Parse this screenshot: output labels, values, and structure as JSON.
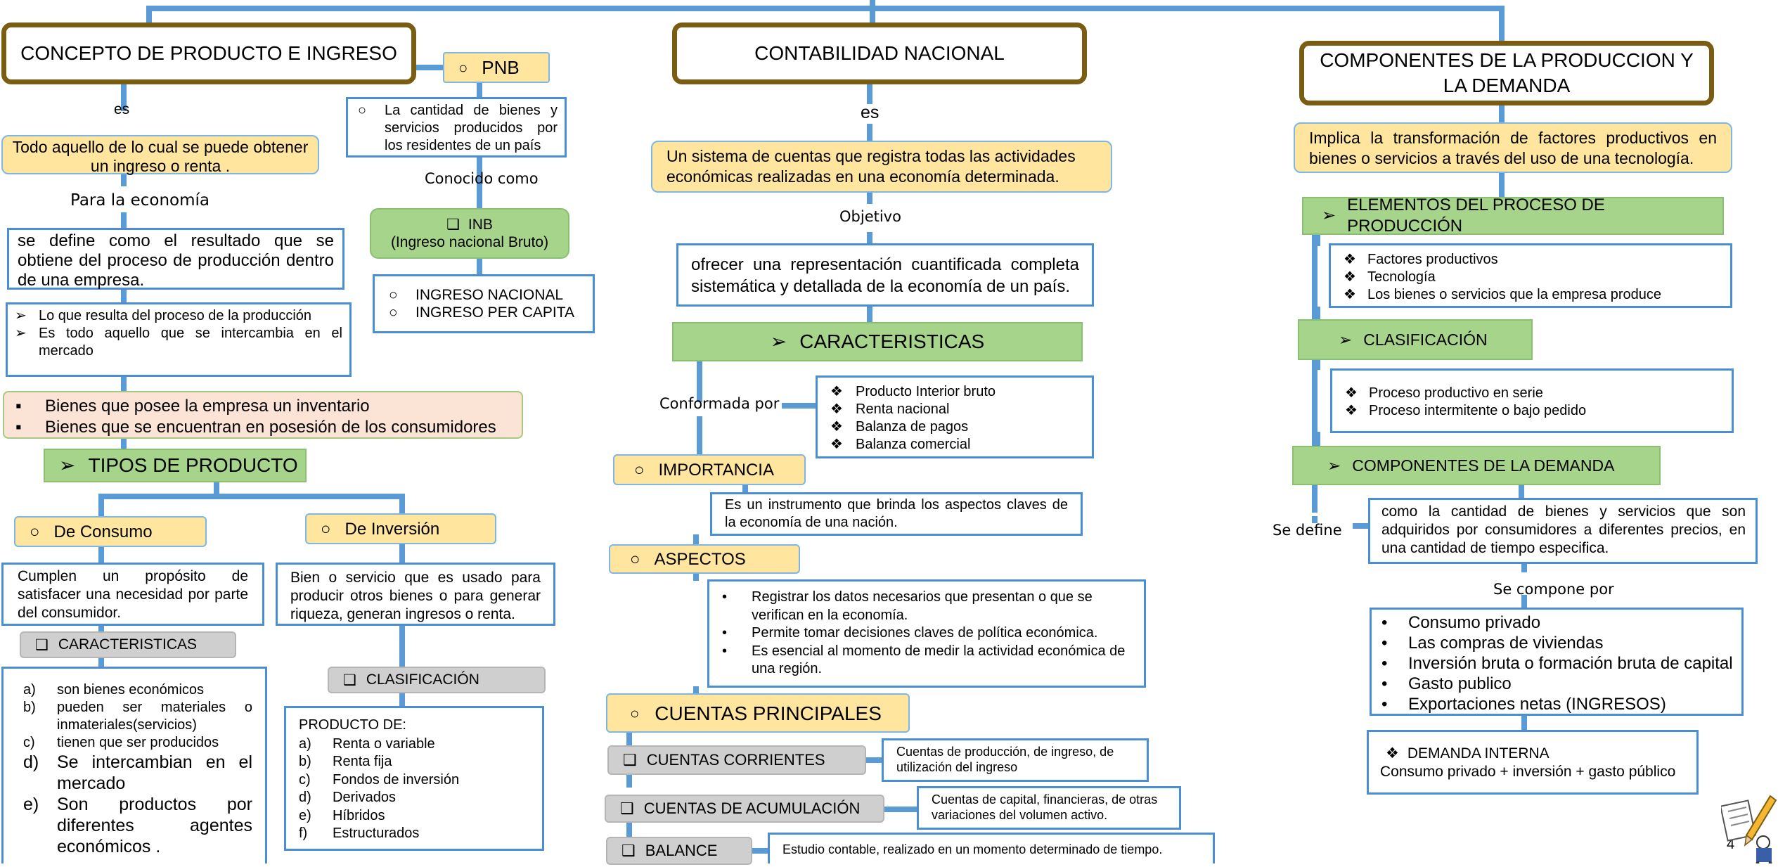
{
  "titles": {
    "concepto": "CONCEPTO DE PRODUCTO E INGRESO",
    "contabilidad": "CONTABILIDAD NACIONAL",
    "componentes": "COMPONENTES DE LA PRODUCCION Y LA DEMANDA"
  },
  "left": {
    "es": "es",
    "def_yellow": "Todo aquello de lo cual se puede obtener un ingreso o renta .",
    "para_economia": "Para la economía",
    "def_economia": "se define como el resultado que se obtiene del proceso de producción dentro de una empresa.",
    "bullets": [
      "Lo que resulta del proceso de la producción",
      "Es todo aquello que se intercambia en el mercado"
    ],
    "bullet_marker": "➢",
    "bienes": [
      "Bienes que posee la empresa un inventario",
      "Bienes que se encuentran en posesión de los consumidores"
    ],
    "bienes_marker": "▪",
    "tipos": "TIPOS DE PRODUCTO",
    "consumo": {
      "label": "De Consumo",
      "desc": "Cumplen un propósito de satisfacer una necesidad por parte del consumidor.",
      "caracteristicas": "CARACTERISTICAS",
      "items": [
        {
          "m": "a)",
          "t": "son bienes económicos"
        },
        {
          "m": "b)",
          "t": "pueden ser materiales o inmateriales(servicios)"
        },
        {
          "m": "c)",
          "t": "tienen que ser producidos"
        },
        {
          "m": "d)",
          "t": "Se intercambian en el mercado"
        },
        {
          "m": "e)",
          "t": "Son productos por diferentes agentes económicos ."
        }
      ]
    },
    "inversion": {
      "label": "De Inversión",
      "desc": "Bien o servicio que es usado para producir otros bienes o para generar riqueza, generan ingresos o renta.",
      "clasificacion": "CLASIFICACIÓN",
      "producto_de": "PRODUCTO DE:",
      "items": [
        {
          "m": "a)",
          "t": "Renta o variable"
        },
        {
          "m": "b)",
          "t": "Renta fija"
        },
        {
          "m": "c)",
          "t": "Fondos de inversión"
        },
        {
          "m": "d)",
          "t": "Derivados"
        },
        {
          "m": "e)",
          "t": "Híbridos"
        },
        {
          "m": "f)",
          "t": "Estructurados"
        }
      ]
    },
    "pnb": {
      "label": "PNB",
      "desc": "La cantidad de bienes y servicios producidos por los residentes de un país",
      "conocido": "Conocido como",
      "inb_title": "INB",
      "inb_sub": "(Ingreso nacional Bruto)",
      "ingresos": [
        "INGRESO NACIONAL",
        "INGRESO PER CAPITA"
      ]
    }
  },
  "middle": {
    "es": "es",
    "def": "Un sistema de cuentas que registra todas las actividades económicas realizadas en una economía determinada.",
    "objetivo": "Objetivo",
    "objetivo_desc": "ofrecer una representación cuantificada completa sistemática y detallada de la economía de un país.",
    "caracteristicas": "CARACTERISTICAS",
    "conformada": "Conformada por",
    "items": [
      "Producto Interior bruto",
      "Renta nacional",
      "Balanza de pagos",
      "Balanza comercial"
    ],
    "importancia": "IMPORTANCIA",
    "importancia_desc": "Es un instrumento que brinda los aspectos claves de la economía de una nación.",
    "aspectos": "ASPECTOS",
    "aspectos_items": [
      "Registrar los datos necesarios que presentan o que se verifican en la economía.",
      "Permite tomar decisiones claves de política económica.",
      "Es esencial al momento de medir la actividad económica de una región."
    ],
    "cuentas": "CUENTAS PRINCIPALES",
    "corrientes": "CUENTAS CORRIENTES",
    "corrientes_desc": "Cuentas de producción, de ingreso, de utilización del ingreso",
    "acumulacion": "CUENTAS DE ACUMULACIÓN",
    "acumulacion_desc": "Cuentas de capital, financieras, de otras variaciones del volumen activo.",
    "balance": "BALANCE",
    "balance_desc": "Estudio contable, realizado en un momento determinado de tiempo."
  },
  "right": {
    "def": "Implica la transformación de factores productivos en bienes o servicios a través del uso de una tecnología.",
    "elementos": "ELEMENTOS DEL PROCESO DE PRODUCCIÓN",
    "elementos_items": [
      "Factores productivos",
      "Tecnología",
      "Los bienes o servicios que la empresa produce"
    ],
    "clasificacion": "CLASIFICACIÓN",
    "clasificacion_items": [
      "Proceso productivo en serie",
      "Proceso intermitente o bajo pedido"
    ],
    "demanda": "COMPONENTES DE LA DEMANDA",
    "se_define": "Se define",
    "demanda_desc": "como la cantidad de bienes y servicios que son adquiridos por consumidores a diferentes precios, en una cantidad de tiempo especifica.",
    "se_compone": "Se compone por",
    "compone_items": [
      "Consumo privado",
      "Las compras de viviendas",
      "Inversión bruta o formación bruta de capital",
      "Gasto publico",
      "Exportaciones netas (INGRESOS)"
    ],
    "demanda_interna": "DEMANDA INTERNA",
    "demanda_formula": "Consumo privado + inversión + gasto público"
  },
  "page_number": "4",
  "markers": {
    "arrow": "➢",
    "circle": "○",
    "square": "❑",
    "diamond": "❖",
    "bullet": "•",
    "small_square": "▪"
  },
  "colors": {
    "title_border": "#7a5c12",
    "connector": "#5b9bd5",
    "yellow": "#ffe59e",
    "green": "#a6d48a",
    "gray": "#cfcfcf",
    "peach": "#fbe3d6"
  }
}
